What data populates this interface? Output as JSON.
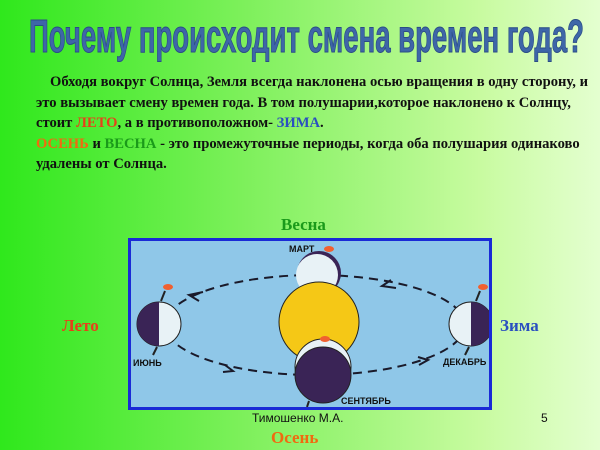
{
  "title": "Почему происходит смена времен года?",
  "paragraph": {
    "p1": "Обходя вокруг Солнца, Земля всегда наклонена осью вращения в одну сторону, и это вызывает смену времен года. В том полушарии,которое наклонено к Солнцу, стоит ",
    "summer": "ЛЕТО",
    "p2": ", а в противоположном- ",
    "winter": "ЗИМА",
    "p3": ".",
    "autumn": "ОСЕНЬ",
    "and": " и ",
    "spring": "ВЕСНА",
    "p4": " - это промежуточные периоды, когда оба полушария одинаково удалены от Солнца."
  },
  "seasons": {
    "spring": "Весна",
    "summer": "Лето",
    "winter": "Зима",
    "autumn": "Осень"
  },
  "diagram": {
    "march": "МАРТ",
    "june": "ИЮНЬ",
    "december": "ДЕКАБРЬ",
    "september": "СЕНТЯБРЬ"
  },
  "footer": {
    "author": "Тимошенко М.А.",
    "page": "5"
  },
  "colors": {
    "summer": "#e8401a",
    "winter": "#2a4fc0",
    "autumn": "#f06a10",
    "spring": "#1a9a1a",
    "sun": "#f5c816",
    "earth_dark": "#3a2456",
    "earth_light": "#e8f2f6"
  }
}
